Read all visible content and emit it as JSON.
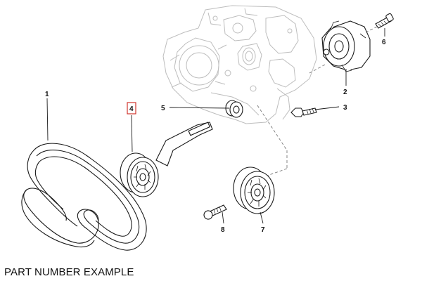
{
  "caption": "PART NUMBER EXAMPLE",
  "highlight_color": "#d0342c",
  "line_color": "#1a1a1a",
  "ghost_color": "#bdbdbd",
  "callouts": {
    "c1": "1",
    "c2": "2",
    "c3": "3",
    "c4": "4",
    "c5": "5",
    "c6": "6",
    "c7": "7",
    "c8": "8"
  },
  "highlighted_callout": "4"
}
